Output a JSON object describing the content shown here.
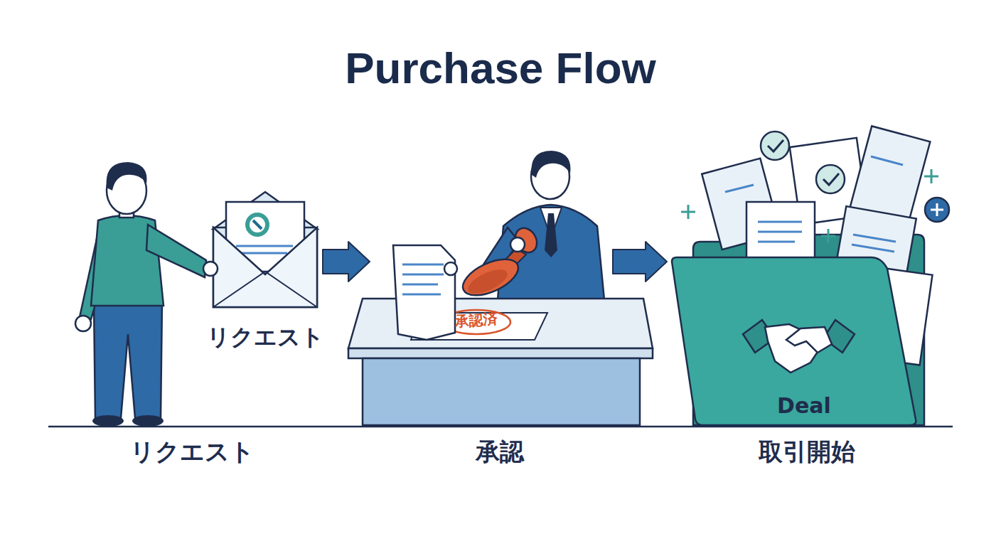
{
  "diagram": {
    "title": "Purchase Flow",
    "nodes": [
      {
        "text": [
          "リクエスト"
        ]
      },
      {
        "text": [
          "承認済"
        ]
      },
      {
        "text": [
          "Deal"
        ]
      }
    ],
    "edges": [
      {
        "from": 0,
        "to": 1,
        "arrow": "to"
      },
      {
        "from": 1,
        "to": 2,
        "arrow": "to"
      }
    ],
    "labels": [
      "リクエスト",
      "承認",
      "取引開始"
    ]
  }
}
